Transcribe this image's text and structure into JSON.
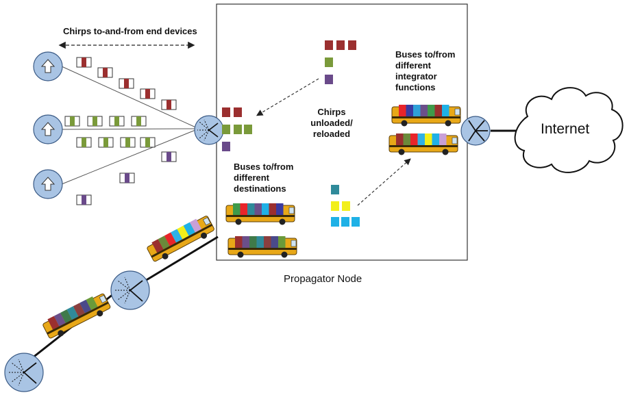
{
  "labels": {
    "chirps_end_devices": "Chirps to-and-from end devices",
    "chirps_unloaded": [
      "Chirps",
      "unloaded/",
      "reloaded"
    ],
    "buses_integrator": [
      "Buses to/from",
      "different",
      "integrator",
      "functions"
    ],
    "buses_destinations": [
      "Buses to/from",
      "different",
      "destinations"
    ],
    "propagator_node": "Propagator Node",
    "internet": "Internet"
  },
  "colors": {
    "node_fill": "#a9c4e4",
    "node_stroke": "#3a5a85",
    "chirp_red": "#9b2f2f",
    "chirp_green": "#7a9a3a",
    "chirp_purple": "#6a4a8a",
    "chirp_teal": "#2f8a9a",
    "chirp_yellow": "#f2ef1a",
    "chirp_cyan": "#1fb1e6",
    "bus_body": "#e8a818",
    "line": "#111111"
  },
  "icons": [
    "end-device-up-arrow-icon",
    "propagator-node-icon",
    "integrator-node-icon",
    "internet-cloud-icon",
    "bus-icon",
    "chirp-icon"
  ]
}
